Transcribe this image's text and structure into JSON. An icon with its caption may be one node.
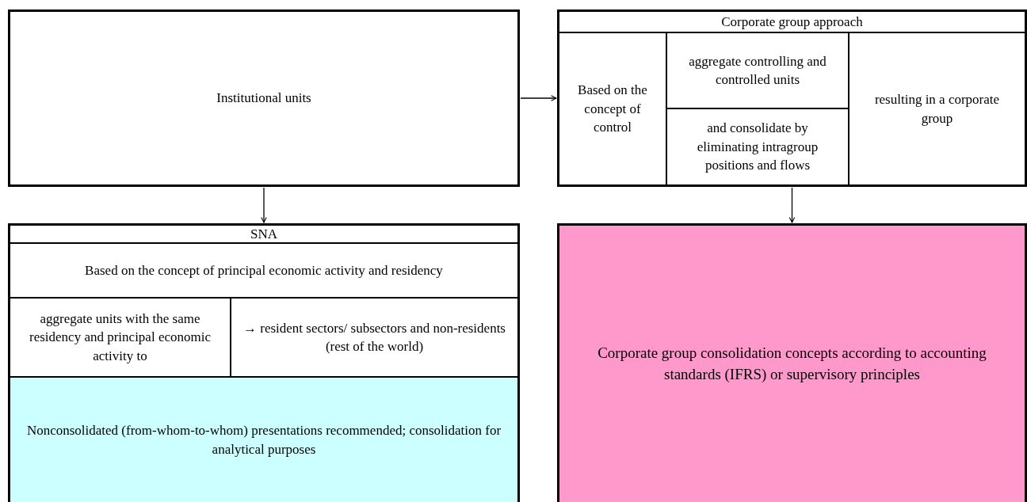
{
  "diagram": {
    "nodes": [
      {
        "text": [
          "Institutional units"
        ]
      },
      {
        "text": [
          "Corporate group approach"
        ]
      },
      {
        "text": [
          "Based on the concept of control"
        ],
        "in": 1
      },
      {
        "text": [
          "aggregate controlling and controlled units"
        ],
        "in": 1
      },
      {
        "text": [
          "and consolidate by eliminating intragroup positions and flows"
        ],
        "in": 1
      },
      {
        "text": [
          "resulting in a corporate group"
        ],
        "in": 1
      },
      {
        "text": [
          "SNA"
        ]
      },
      {
        "text": [
          "Based on the concept of principal economic activity and residency"
        ],
        "in": 6
      },
      {
        "text": [
          "aggregate units with the same residency and principal economic activity to"
        ],
        "in": 6
      },
      {
        "text": [
          "→ resident sectors/ subsectors and non-residents (rest of the world)"
        ],
        "in": 6
      },
      {
        "text": [
          "Nonconsolidated (from-whom-to-whom) presentations recommended; consolidation for analytical purposes"
        ],
        "in": 6
      },
      {
        "text": [
          "Corporate group consolidation concepts according to accounting standards (IFRS) or supervisory principles"
        ]
      }
    ],
    "edges": [
      {
        "from": 0,
        "to": 1,
        "arrow": "to"
      },
      {
        "from": 0,
        "to": 6,
        "arrow": "to"
      },
      {
        "from": 1,
        "to": 11,
        "arrow": "to"
      }
    ]
  }
}
